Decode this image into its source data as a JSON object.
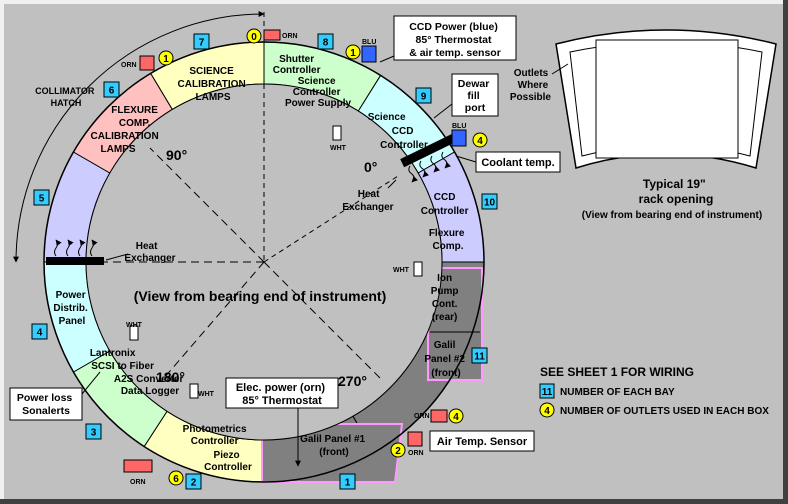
{
  "colors": {
    "background": "#c0c0c0",
    "bay_cyan": "#ccffff",
    "bay_yellow": "#ffffc0",
    "bay_green": "#ccffcc",
    "bay_pink": "#ffc0c0",
    "bay_violet": "#ccccff",
    "bay_gray": "#808080",
    "bay_number_box": "#33ccff",
    "count_circle": "#ffff00",
    "outlet_orange": "#ff6666",
    "outlet_blue": "#3366ff",
    "outlet_white": "#ffffff",
    "pink_outline": "#ff99ff"
  },
  "bays": [
    {
      "number": "1",
      "lines": [
        "Galil Panel #1",
        "(front)"
      ]
    },
    {
      "number": "2",
      "lines": [
        "Photometrics",
        "Controller",
        "Piezo",
        "Controller"
      ]
    },
    {
      "number": "3",
      "lines": [
        "Lantronix",
        "SCSI to Fiber",
        "A2S Converter",
        "Data Logger"
      ]
    },
    {
      "number": "4",
      "lines": [
        "Power",
        "Distrib.",
        "Panel"
      ]
    },
    {
      "number": "5",
      "lines": []
    },
    {
      "number": "6",
      "lines": [
        "FLEXURE",
        "COMP.",
        "CALIBRATION",
        "LAMPS"
      ]
    },
    {
      "number": "7",
      "lines": [
        "SCIENCE",
        "CALIBRATION",
        "LAMPS"
      ]
    },
    {
      "number": "8",
      "lines": [
        "Shutter",
        "Controller",
        "Science",
        "Controller",
        "Power Supply"
      ]
    },
    {
      "number": "9",
      "lines": [
        "Science",
        "CCD",
        "Controller"
      ]
    },
    {
      "number": "10",
      "lines": [
        "CCD",
        "Controller",
        "Flexure",
        "Comp."
      ]
    },
    {
      "number": "11",
      "lines": [
        "Ion",
        "Pump",
        "Cont.",
        "(rear)",
        "Galil",
        "Panel #2",
        "(front)"
      ]
    }
  ],
  "angles": {
    "a0": "0°",
    "a90": "90°",
    "a180": "180°",
    "a270": "270°"
  },
  "center_label": "(View from bearing end of instrument)",
  "heat_exchanger_label": [
    "Heat",
    "Exchanger"
  ],
  "collimator_label": [
    "COLLIMATOR",
    "HATCH"
  ],
  "outlet_counts": {
    "top": "0",
    "bay8": "1",
    "bay7": "1",
    "bay9": "4",
    "bay1": "4",
    "bay1_air": "2",
    "bottom": "6"
  },
  "outlet_tags": {
    "orn": "ORN",
    "blu": "BLU",
    "wht": "WHT"
  },
  "callouts": {
    "ccd_power": [
      "CCD Power (blue)",
      "85° Thermostat",
      "& air temp. sensor"
    ],
    "dewar": [
      "Dewar",
      "fill",
      "port"
    ],
    "coolant": "Coolant temp.",
    "elec_power": [
      "Elec. power (orn)",
      "85° Thermostat"
    ],
    "air_temp": "Air Temp. Sensor",
    "power_loss": [
      "Power loss",
      "Sonalerts"
    ]
  },
  "rack": {
    "outlets_label": [
      "Outlets",
      "Where",
      "Possible"
    ],
    "caption": [
      "Typical 19\"",
      "rack opening"
    ],
    "subcaption": "(View from bearing end of instrument)"
  },
  "legend": {
    "title": "SEE SHEET 1 FOR WIRING",
    "bay_number": "11",
    "bay_number_text": "NUMBER OF EACH BAY",
    "outlet_count": "4",
    "outlet_count_text": "NUMBER OF OUTLETS USED IN EACH BOX"
  }
}
